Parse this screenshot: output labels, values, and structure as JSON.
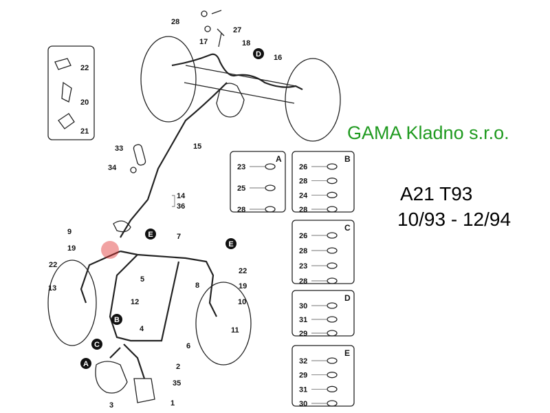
{
  "title": {
    "model": "A21 T93",
    "period": "10/93 - 12/94"
  },
  "watermark": "GAMA Kladno s.r.o.",
  "colors": {
    "watermark": "#1f9a1f",
    "highlight": "#e03030",
    "ink": "#222222"
  },
  "callouts": [
    "28",
    "27",
    "17",
    "18",
    "16",
    "22",
    "20",
    "21",
    "33",
    "15",
    "34",
    "14",
    "36",
    "9",
    "7",
    "19",
    "22",
    "22",
    "5",
    "8",
    "19",
    "13",
    "12",
    "10",
    "11",
    "4",
    "6",
    "2",
    "35",
    "3",
    "1"
  ],
  "circled_markers": [
    "D",
    "E",
    "E",
    "B",
    "C",
    "A"
  ],
  "detail_boxes": [
    {
      "letter": "A",
      "parts": [
        "23",
        "25",
        "28"
      ]
    },
    {
      "letter": "B",
      "parts": [
        "26",
        "28",
        "24",
        "28"
      ]
    },
    {
      "letter": "C",
      "parts": [
        "26",
        "28",
        "23",
        "28"
      ]
    },
    {
      "letter": "D",
      "parts": [
        "30",
        "31",
        "29"
      ]
    },
    {
      "letter": "E",
      "parts": [
        "32",
        "29",
        "31",
        "30"
      ]
    }
  ]
}
